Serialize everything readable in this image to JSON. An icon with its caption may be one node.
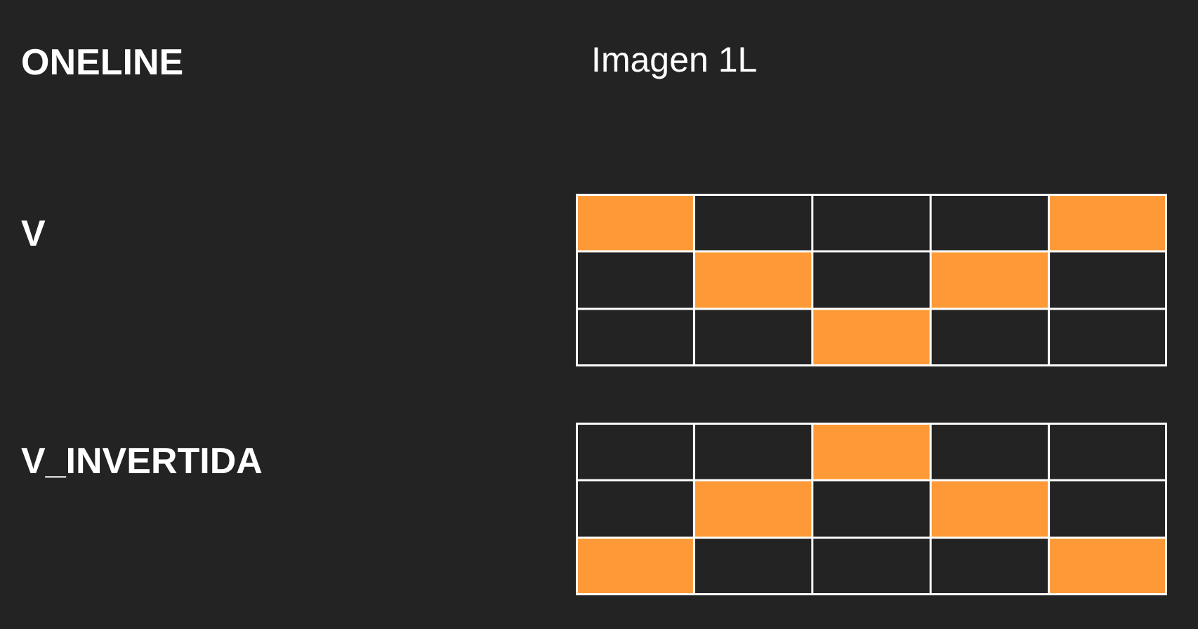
{
  "diagram": {
    "labels": [
      "ONELINE",
      "Imagen 1L",
      "V",
      "V_INVERTIDA"
    ]
  }
}
